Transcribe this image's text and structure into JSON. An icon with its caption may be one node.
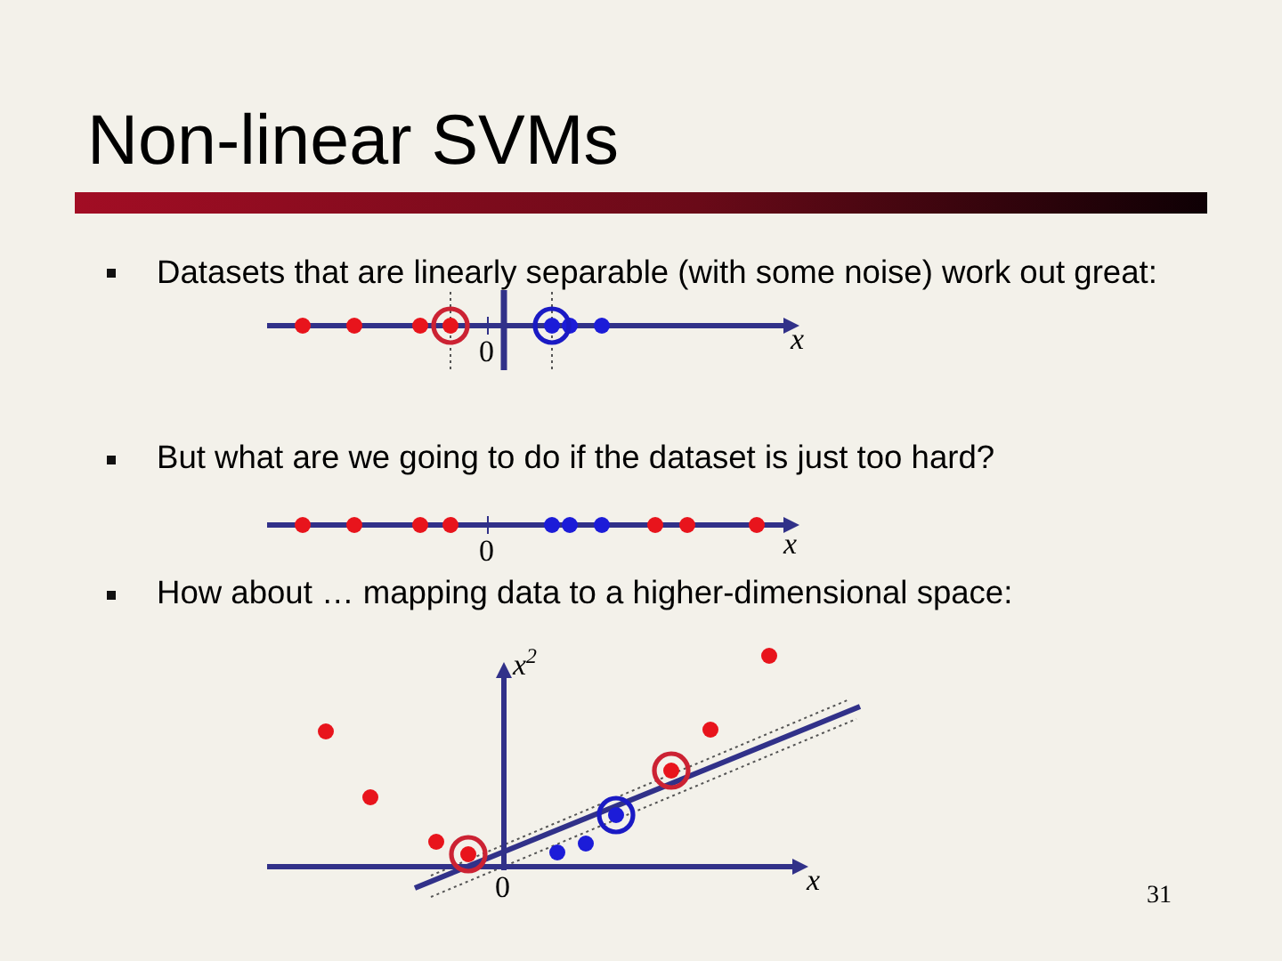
{
  "diagram": {
    "title": "Non-linear SVMs",
    "labels": [
      "Datasets that are linearly separable (with some noise) work out great:",
      "0",
      "x",
      "But what are we going to do if the dataset is just too hard?",
      "0",
      "x",
      "How about … mapping data to a higher-dimensional space:",
      "x$^{2}$",
      "0",
      "x",
      "31"
    ]
  }
}
